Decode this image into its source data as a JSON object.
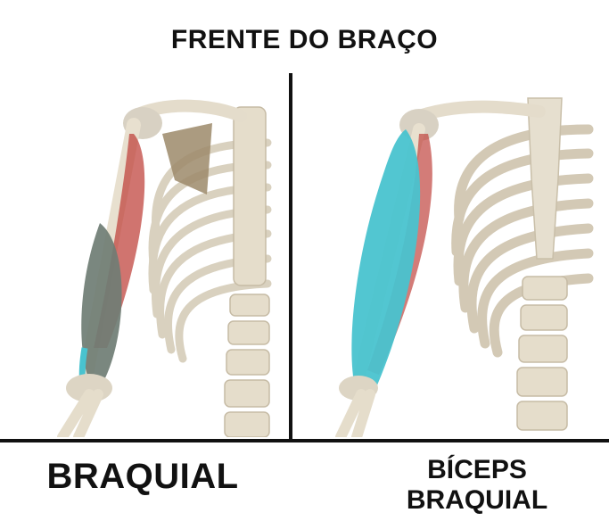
{
  "title": "FRENTE DO BRAÇO",
  "left_label": "BRAQUIAL",
  "right_label": [
    "BÍCEPS",
    "BRAQUIAL"
  ],
  "colors": {
    "bone": "#e9e2d3",
    "bone_shade": "#cfc5b1",
    "muscle_red": "#c0453f",
    "muscle_cyan": "#49c3cf",
    "muscle_dark": "#6f7d74",
    "scapula": "#9c8a6a"
  }
}
